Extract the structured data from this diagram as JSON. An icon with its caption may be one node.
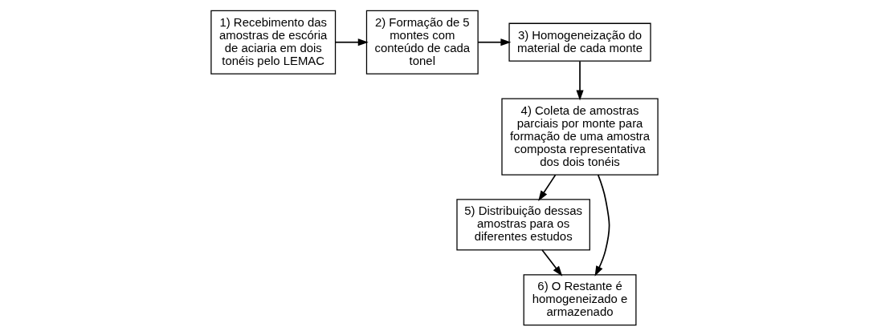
{
  "diagram": {
    "nodes": [
      {
        "text": [
          "1) Recebimento das amostras de escória de aciaria em dois tonéis pelo LEMAC"
        ]
      },
      {
        "text": [
          "2) Formação de 5 montes com conteúdo de cada tonel"
        ]
      },
      {
        "text": [
          "3) Homogeneização do material de cada monte"
        ]
      },
      {
        "text": [
          "4) Coleta de amostras parciais por monte para formação de uma amostra composta representativa dos dois tonéis"
        ]
      },
      {
        "text": [
          "5) Distribuição dessas amostras para os diferentes estudos"
        ]
      },
      {
        "text": [
          "6) O Restante é homogeneizado e armazenado"
        ]
      }
    ],
    "edges": [
      {
        "from": 0,
        "to": 1,
        "arrow": "to"
      },
      {
        "from": 1,
        "to": 2,
        "arrow": "to"
      },
      {
        "from": 2,
        "to": 3,
        "arrow": "to"
      },
      {
        "from": 3,
        "to": 4,
        "arrow": "to"
      },
      {
        "from": 3,
        "to": 5,
        "arrow": "to"
      },
      {
        "from": 4,
        "to": 5,
        "arrow": "to"
      }
    ]
  }
}
